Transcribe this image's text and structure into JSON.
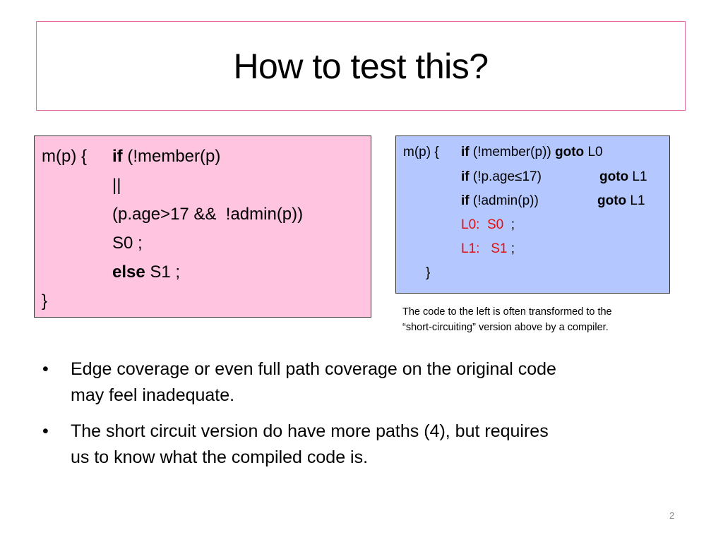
{
  "title": "How to test this?",
  "left_code": {
    "l1_prefix": "m(p) {",
    "l1_kw": "if",
    "l1_rest": " (!member(p)",
    "l2": "||",
    "l3": "(p.age>17 &&  !admin(p))",
    "l4": "S0 ;",
    "l5_kw": "else",
    "l5_rest": " S1 ;",
    "l6": "}"
  },
  "right_code": {
    "l1_prefix": "m(p) {",
    "l1_kw1": "if",
    "l1_mid": " (!member(p)) ",
    "l1_kw2": "goto",
    "l1_rest": " L0",
    "l2_kw1": "if",
    "l2_mid": " (!p.age≤17)",
    "l2_kw2": "goto",
    "l2_rest": " L1",
    "l3_kw1": "if",
    "l3_mid": " (!admin(p))",
    "l3_kw2": "goto",
    "l3_rest": " L1",
    "l4_red": "L0:  S0",
    "l4_rest": "  ;",
    "l5_red": "L1:   S1",
    "l5_rest": " ;",
    "l6": "}"
  },
  "caption": {
    "line1": "The code to the left is often transformed to the",
    "line2": "“short-circuiting” version above by a compiler."
  },
  "bullets": [
    {
      "marker": "•",
      "line1": "Edge coverage or even full path coverage on the original code",
      "line2": "may feel inadequate."
    },
    {
      "marker": "•",
      "line1": "The short circuit version do have more paths (4), but requires",
      "line2": "us to know what the compiled code is."
    }
  ],
  "page_number": "2",
  "colors": {
    "title_border": "#e06fa0",
    "left_box_bg": "#ffc4e0",
    "right_box_bg": "#b4c7ff",
    "label_red": "#e01010"
  }
}
